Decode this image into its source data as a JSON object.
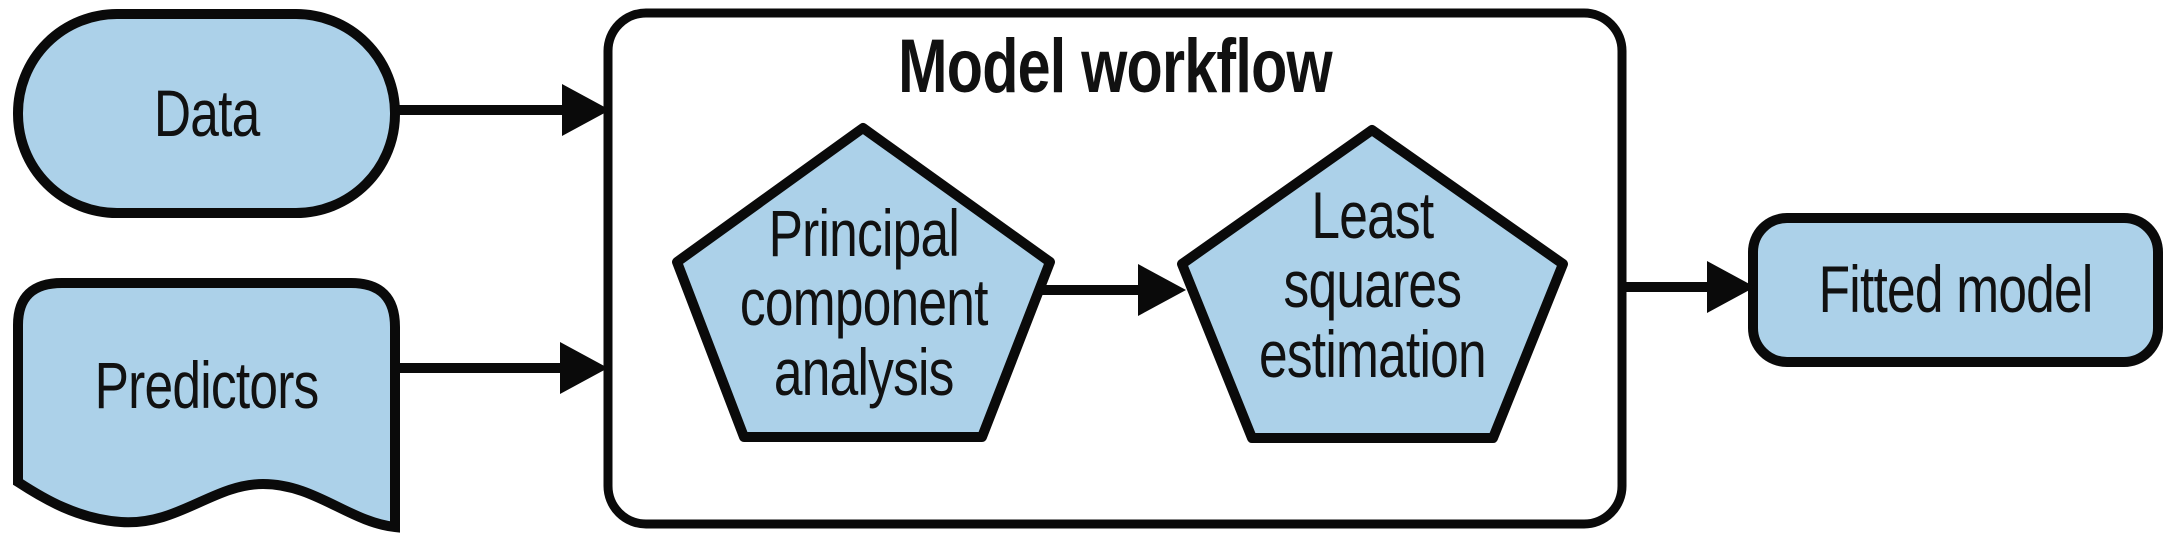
{
  "diagram": {
    "background_color": "#ffffff",
    "node_fill_color": "#ACD1E9",
    "stroke_color": "#0a0a0a",
    "workflow_box": {
      "title": "Model workflow",
      "shape": "rounded-rectangle"
    },
    "nodes": {
      "data": {
        "label": "Data",
        "shape": "stadium"
      },
      "predictors": {
        "label": "Predictors",
        "shape": "document"
      },
      "pca": {
        "label": "Principal\ncomponent\nanalysis",
        "shape": "pentagon"
      },
      "lse": {
        "label": "Least\nsquares\nestimation",
        "shape": "pentagon"
      },
      "fitted": {
        "label": "Fitted model",
        "shape": "rounded-rectangle"
      }
    },
    "edges": [
      {
        "from": "data",
        "to": "workflow_box"
      },
      {
        "from": "predictors",
        "to": "workflow_box"
      },
      {
        "from": "pca",
        "to": "lse"
      },
      {
        "from": "workflow_box",
        "to": "fitted"
      }
    ]
  }
}
